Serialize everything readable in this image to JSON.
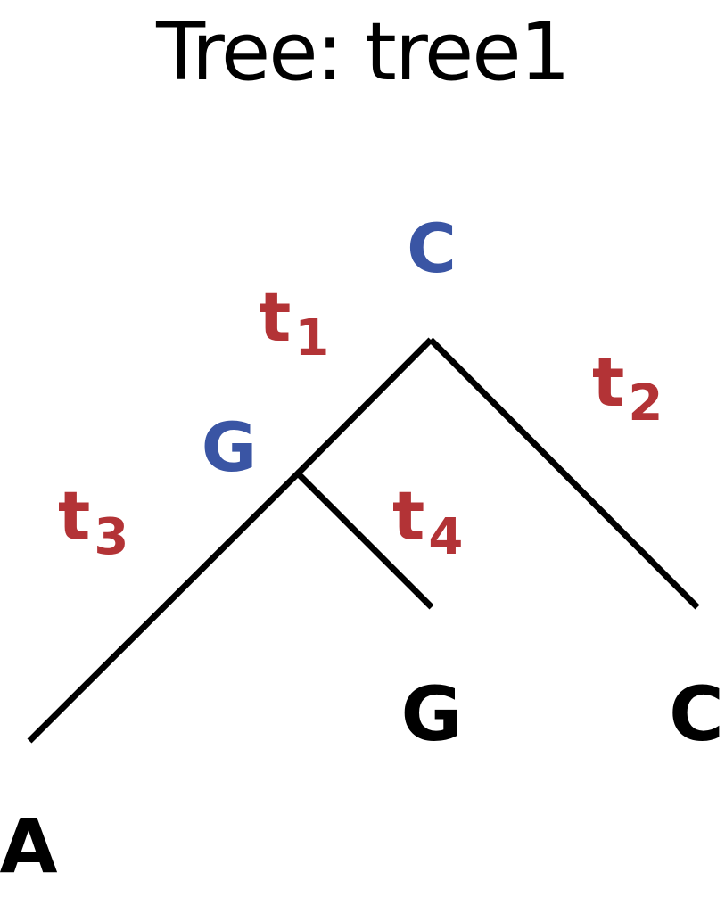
{
  "title": "Tree: tree1",
  "colors": {
    "branch": "#000000",
    "leaf_text": "#000000",
    "internal_node_text": "#3a55a4",
    "branch_length_text": "#b33336"
  },
  "internal_nodes": {
    "root": "C",
    "inner": "G"
  },
  "leaves": {
    "a": "A",
    "g": "G",
    "c": "C"
  },
  "branch_lengths": {
    "t1": {
      "base": "t",
      "sub": "1"
    },
    "t2": {
      "base": "t",
      "sub": "2"
    },
    "t3": {
      "base": "t",
      "sub": "3"
    },
    "t4": {
      "base": "t",
      "sub": "4"
    }
  }
}
